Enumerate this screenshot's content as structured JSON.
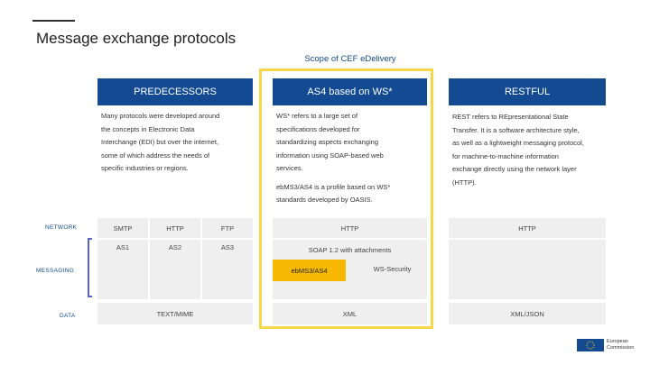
{
  "title": "Message exchange protocols",
  "scope_label": "Scope of CEF eDelivery",
  "columns": {
    "predecessors": {
      "header": "PREDECESSORS",
      "desc": [
        "Many protocols were developed around",
        "the concepts in Electronic Data",
        "Interchange (EDI) but over the internet,",
        "some of which address the needs of",
        "specific industries or regions."
      ]
    },
    "as4": {
      "header": "AS4 based on WS*",
      "desc": [
        "WS* refers to a large set of",
        "specifications developed for",
        "standardizing aspects exchanging",
        "information using SOAP-based web",
        "services.",
        "ebMS3/AS4 is a profile based on WS*",
        "standards developed by OASIS."
      ]
    },
    "restful": {
      "header": "RESTFUL",
      "desc": [
        "REST refers to REpresentational State",
        "Transfer. It is a software architecture style,",
        "as well as a lightweight messaging protocol,",
        "for machine-to-machine information",
        "exchange directly using the network layer",
        "(HTTP)."
      ]
    }
  },
  "row_labels": {
    "network": "NETWORK",
    "messaging": "MESSAGING",
    "data": "DATA"
  },
  "cells": {
    "smtp": "SMTP",
    "http_pred": "HTTP",
    "ftp": "FTP",
    "as1": "AS1",
    "as2": "AS2",
    "as3": "AS3",
    "http_as4": "HTTP",
    "soap": "SOAP 1.2 with attachments",
    "ebms3": "ebMS3/AS4",
    "wssecurity": "WS-Security",
    "http_rest": "HTTP",
    "text_mime": "TEXT/MIME",
    "xml": "XML",
    "xml_json": "XML/JSON"
  },
  "logo": {
    "line1": "European",
    "line2": "Commission"
  },
  "colors": {
    "header_blue": "#134a91",
    "scope_yellow": "#f5d84a",
    "highlight_amber": "#f6b800",
    "cell_gray": "#efefef",
    "bracket": "#5b63c8"
  }
}
